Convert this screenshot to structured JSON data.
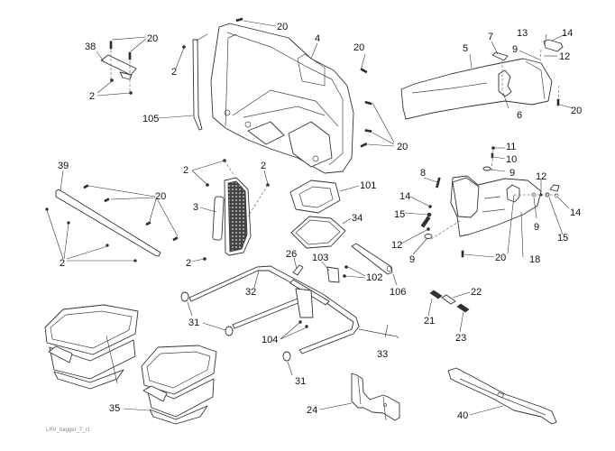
{
  "diagram": {
    "title": "Exploded parts diagram - lawn mower bagger assembly",
    "caption": "LRV_bagger_7_r1",
    "parts": [
      {
        "id": "p38",
        "name": "bracket",
        "callout": "38"
      },
      {
        "id": "p105",
        "name": "rod",
        "callout": "105"
      },
      {
        "id": "p4",
        "name": "bagger-housing",
        "callout": "4"
      },
      {
        "id": "p5",
        "name": "discharge-chute",
        "callout": "5"
      },
      {
        "id": "p6",
        "name": "chute-screw",
        "callout": "6"
      },
      {
        "id": "p7",
        "name": "chute-clip",
        "callout": "7"
      },
      {
        "id": "p39",
        "name": "crossbar",
        "callout": "39"
      },
      {
        "id": "p3",
        "name": "mesh-screen",
        "callout": "3"
      },
      {
        "id": "p101",
        "name": "adapter-plate",
        "callout": "101"
      },
      {
        "id": "p34",
        "name": "gasket",
        "callout": "34"
      },
      {
        "id": "p18",
        "name": "deck-adapter",
        "callout": "18"
      },
      {
        "id": "p26",
        "name": "pin",
        "callout": "26"
      },
      {
        "id": "p103",
        "name": "mount-bracket",
        "callout": "103"
      },
      {
        "id": "p106",
        "name": "support-arm",
        "callout": "106"
      },
      {
        "id": "p32",
        "name": "frame",
        "callout": "32"
      },
      {
        "id": "p33",
        "name": "rod-long",
        "callout": "33"
      },
      {
        "id": "p31",
        "name": "end-cap",
        "callout": "31"
      },
      {
        "id": "p35",
        "name": "collection-bag",
        "callout": "35"
      },
      {
        "id": "p24",
        "name": "hitch-bracket",
        "callout": "24"
      },
      {
        "id": "p21",
        "name": "spring-left",
        "callout": "21"
      },
      {
        "id": "p22",
        "name": "sleeve",
        "callout": "22"
      },
      {
        "id": "p23",
        "name": "spring-right",
        "callout": "23"
      },
      {
        "id": "p40",
        "name": "mower-blade",
        "callout": "40"
      }
    ],
    "callouts": {
      "c38": "38",
      "c20a": "20",
      "c2a": "2",
      "c105": "105",
      "c2b": "2",
      "c20b": "20",
      "c4": "4",
      "c20c": "20",
      "c20d": "20",
      "c5": "5",
      "c7": "7",
      "c13": "13",
      "c14a": "14",
      "c9a": "9",
      "c12a": "12",
      "c6": "6",
      "c20e": "20",
      "c39": "39",
      "c20f": "20",
      "c2c": "2",
      "c2d": "2",
      "c2e": "2",
      "c3": "3",
      "c2f": "2",
      "c101": "101",
      "c34": "34",
      "c11": "11",
      "c10": "10",
      "c9b": "9",
      "c8": "8",
      "c14b": "14",
      "c15a": "15",
      "c12b": "12",
      "c9c": "9",
      "c12c": "12",
      "c9d": "9",
      "c14c": "14",
      "c15b": "15",
      "c20g": "20",
      "c18": "18",
      "c26": "26",
      "c103": "103",
      "c102": "102",
      "c106": "106",
      "c32": "32",
      "c31a": "31",
      "c104": "104",
      "c33": "33",
      "c31b": "31",
      "c21": "21",
      "c22": "22",
      "c23": "23",
      "c35": "35",
      "c24": "24",
      "c40": "40"
    }
  }
}
